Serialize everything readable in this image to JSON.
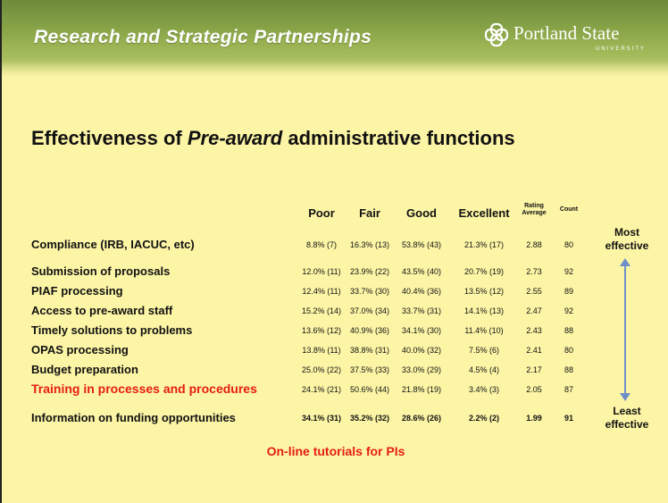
{
  "banner": {
    "title": "Research and Strategic Partnerships"
  },
  "logo": {
    "name": "Portland State",
    "sub": "UNIVERSITY"
  },
  "heading": {
    "pre": "Effectiveness of ",
    "em": "Pre-award",
    "post": " administrative functions"
  },
  "table": {
    "columns": [
      "Poor",
      "Fair",
      "Good",
      "Excellent",
      "Rating Average",
      "Count"
    ],
    "rows": [
      {
        "label": "Compliance (IRB, IACUC, etc)",
        "poor": "8.8% (7)",
        "fair": "16.3% (13)",
        "good": "53.8% (43)",
        "excellent": "21.3% (17)",
        "avg": "2.88",
        "count": "80"
      },
      {
        "label": "Submission of proposals",
        "poor": "12.0% (11)",
        "fair": "23.9% (22)",
        "good": "43.5% (40)",
        "excellent": "20.7% (19)",
        "avg": "2.73",
        "count": "92"
      },
      {
        "label": "PIAF processing",
        "poor": "12.4% (11)",
        "fair": "33.7% (30)",
        "good": "40.4% (36)",
        "excellent": "13.5% (12)",
        "avg": "2.55",
        "count": "89"
      },
      {
        "label": "Access to pre-award staff",
        "poor": "15.2% (14)",
        "fair": "37.0% (34)",
        "good": "33.7% (31)",
        "excellent": "14.1% (13)",
        "avg": "2.47",
        "count": "92"
      },
      {
        "label": "Timely solutions to problems",
        "poor": "13.6% (12)",
        "fair": "40.9% (36)",
        "good": "34.1% (30)",
        "excellent": "11.4% (10)",
        "avg": "2.43",
        "count": "88"
      },
      {
        "label": "OPAS processing",
        "poor": "13.8% (11)",
        "fair": "38.8% (31)",
        "good": "40.0% (32)",
        "excellent": "7.5% (6)",
        "avg": "2.41",
        "count": "80"
      },
      {
        "label": "Budget preparation",
        "poor": "25.0% (22)",
        "fair": "37.5% (33)",
        "good": "33.0% (29)",
        "excellent": "4.5% (4)",
        "avg": "2.17",
        "count": "88"
      },
      {
        "label": "Training in processes and procedures",
        "poor": "24.1% (21)",
        "fair": "50.6% (44)",
        "good": "21.8% (19)",
        "excellent": "3.4% (3)",
        "avg": "2.05",
        "count": "87"
      },
      {
        "label": "Information on funding opportunities",
        "poor": "34.1% (31)",
        "fair": "35.2% (32)",
        "good": "28.6% (26)",
        "excellent": "2.2% (2)",
        "avg": "1.99",
        "count": "91"
      }
    ]
  },
  "side": {
    "top": "Most effective",
    "bottom": "Least effective"
  },
  "footer": "On-line tutorials for PIs",
  "colors": {
    "background": "#fcf5a6",
    "highlight": "#e61d12",
    "arrow": "#6f8fc7"
  }
}
